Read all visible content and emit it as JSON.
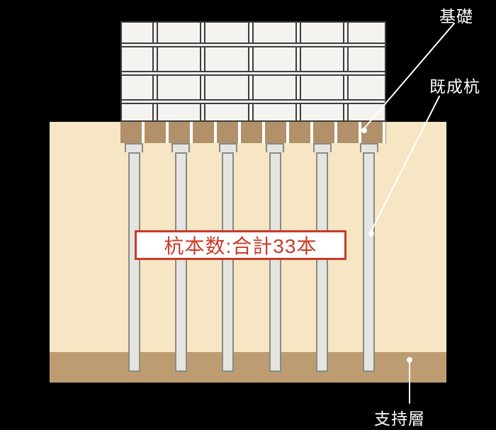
{
  "labels": {
    "foundation": "基礎",
    "precast_pile": "既成杭",
    "support_layer": "支持層"
  },
  "annotation": {
    "pile_count_text": "杭本数:合計33本"
  },
  "structure": {
    "visible_pile_count": 6
  },
  "colors": {
    "canvas_bg": "#000000",
    "ground": "#F6E6C4",
    "foundation_band": "#B1906A",
    "support_layer": "#BE9C72",
    "building_fill": "#F4F3EF",
    "building_line": "#3E3E3C",
    "pile_fill": "#E4E4E1",
    "pile_outline": "#8A8A85",
    "accent_red": "#CC3A28",
    "label_white": "#FFFFFF",
    "leader_line": "#FFFFFF"
  }
}
